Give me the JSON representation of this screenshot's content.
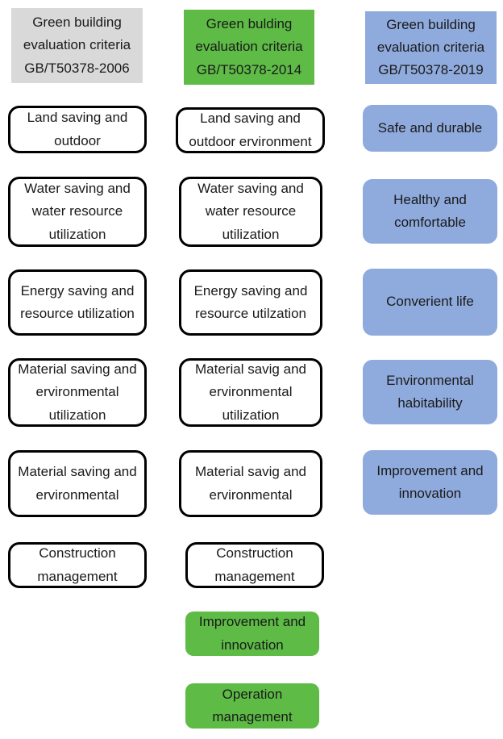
{
  "colors": {
    "header_gray": "#d9d9d9",
    "green": "#5dbb46",
    "blue": "#8faadc",
    "box_border": "#000000"
  },
  "columns": [
    {
      "id": "gb-2006",
      "header": "Green building evaluation criteria GB/T50378-2006",
      "header_style": "gray",
      "items": [
        {
          "label": "Land saving and outdoor",
          "style": "outline"
        },
        {
          "label": "Water saving and water resource utilization",
          "style": "outline"
        },
        {
          "label": "Energy saving and resource utilization",
          "style": "outline"
        },
        {
          "label": "Material saving and ervironmental utilization",
          "style": "outline"
        },
        {
          "label": "Material saving and ervironmental",
          "style": "outline"
        },
        {
          "label": "Construction management",
          "style": "outline"
        }
      ]
    },
    {
      "id": "gb-2014",
      "header": "Green bulding evaluation criteria GB/T50378-2014",
      "header_style": "green",
      "items": [
        {
          "label": "Land saving and outdoor ervironment",
          "style": "outline"
        },
        {
          "label": "Water saving and water resource utilization",
          "style": "outline"
        },
        {
          "label": "Energy saving and resource utilzation",
          "style": "outline"
        },
        {
          "label": "Material savig and ervironmental utilization",
          "style": "outline"
        },
        {
          "label": "Material savig and ervironmental",
          "style": "outline"
        },
        {
          "label": "Construction management",
          "style": "outline"
        },
        {
          "label": "Improvement and innovation",
          "style": "green"
        },
        {
          "label": "Operation management",
          "style": "green"
        }
      ]
    },
    {
      "id": "gb-2019",
      "header": "Green building evaluation criteria GB/T50378-2019",
      "header_style": "blue",
      "items": [
        {
          "label": "Safe and durable",
          "style": "blue"
        },
        {
          "label": "Healthy and comfortable",
          "style": "blue"
        },
        {
          "label": "Converient life",
          "style": "blue"
        },
        {
          "label": "Environmental habitability",
          "style": "blue"
        },
        {
          "label": "Improvement and innovation",
          "style": "blue"
        }
      ]
    }
  ]
}
